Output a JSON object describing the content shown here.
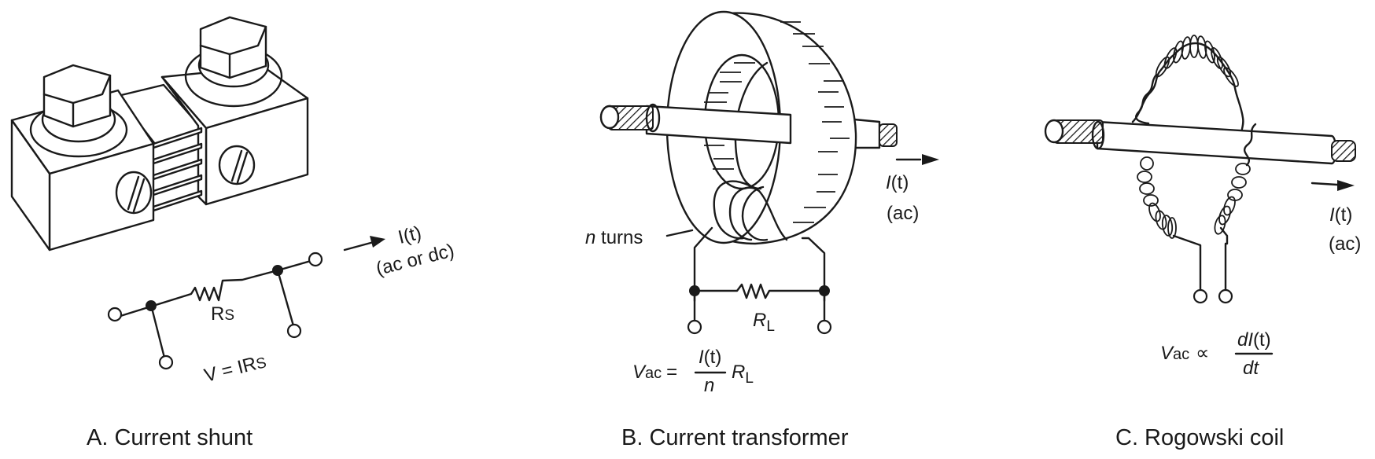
{
  "panels": [
    {
      "id": "A",
      "caption": "A. Current shunt",
      "resistor_label": "R",
      "resistor_subscript": "S",
      "current_label": "I(t)",
      "current_type": "(ac or dc)",
      "equation": "V = IR",
      "equation_subscript": "S"
    },
    {
      "id": "B",
      "caption": "B. Current transformer",
      "turns_label_var": "n",
      "turns_label_text": " turns",
      "resistor_label": "R",
      "resistor_subscript": "L",
      "current_label_var": "I",
      "current_label_rest": "(t)",
      "current_type": "(ac)",
      "equation_lhs_var": "V",
      "equation_lhs_sub": "ac",
      "equation_eq": "=",
      "equation_num_var": "I",
      "equation_num_rest": "(t)",
      "equation_den": "n",
      "equation_rhs_var": "R",
      "equation_rhs_sub": "L"
    },
    {
      "id": "C",
      "caption": "C. Rogowski coil",
      "current_label_var": "I",
      "current_label_rest": "(t)",
      "current_type": "(ac)",
      "equation_lhs_var": "V",
      "equation_lhs_sub": "ac",
      "equation_prop": "∝",
      "equation_num": "dI",
      "equation_num_rest": "(t)",
      "equation_den": "dt"
    }
  ]
}
